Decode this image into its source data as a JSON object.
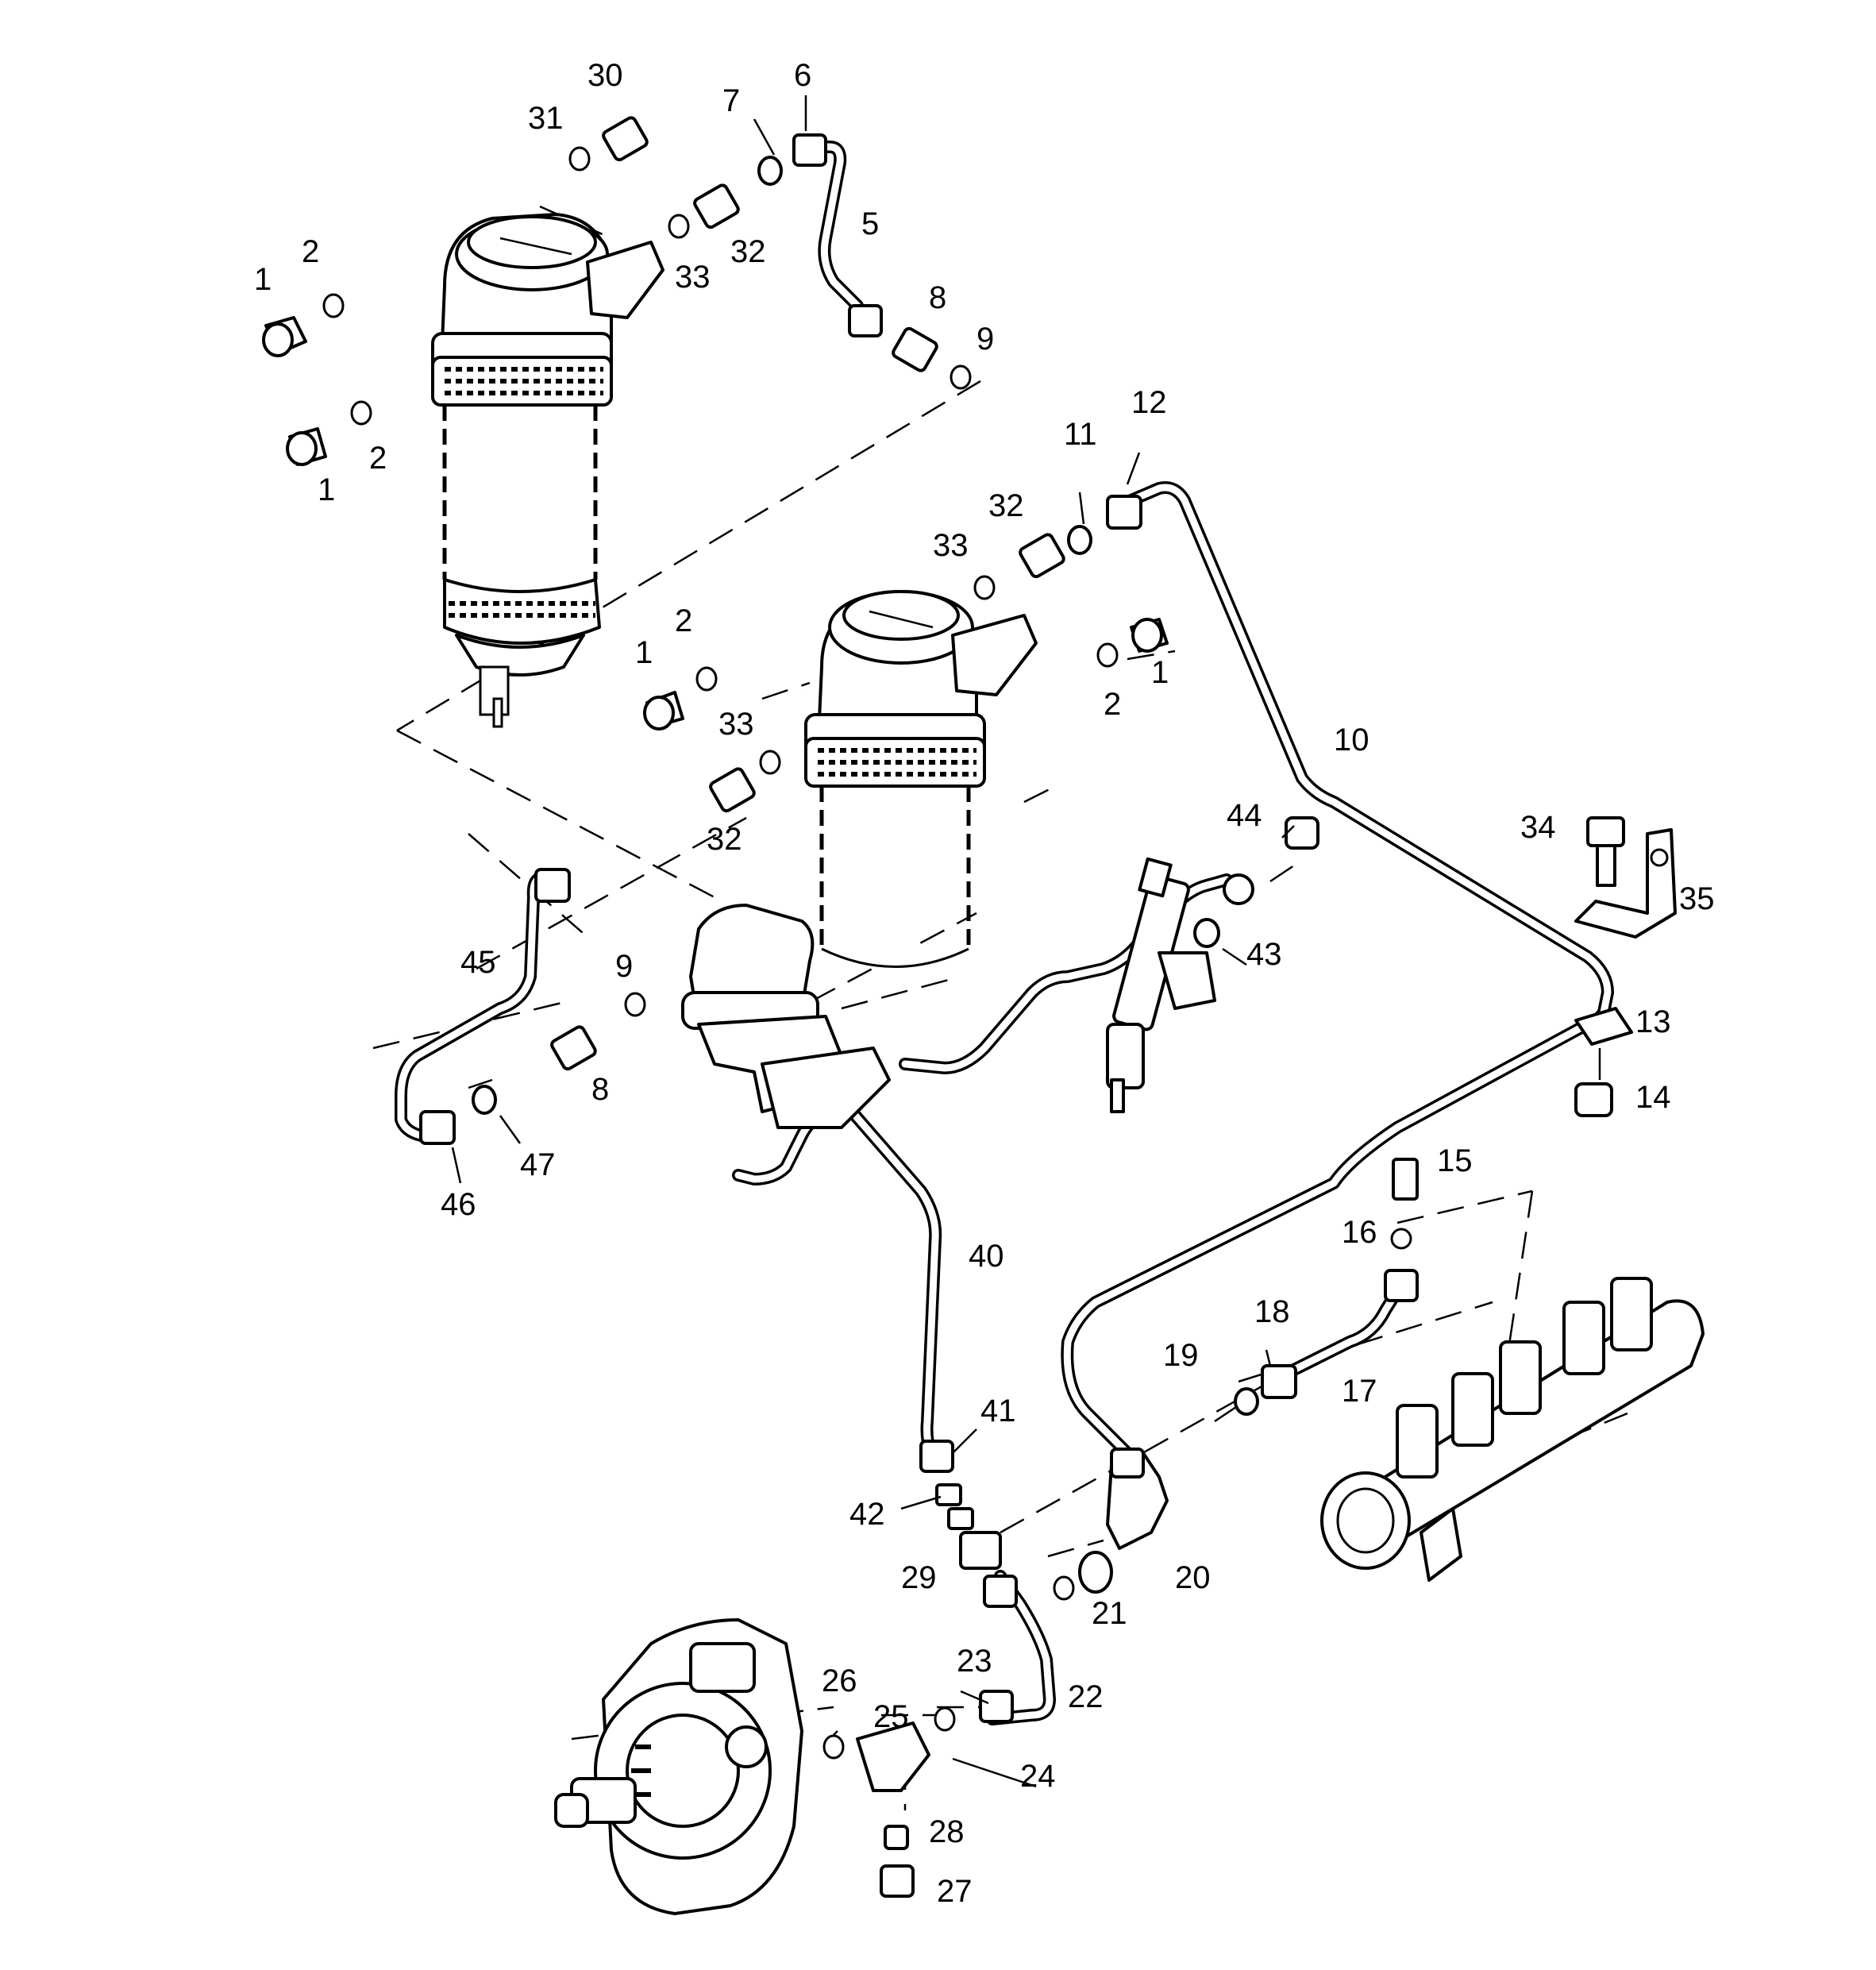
{
  "diagram": {
    "callouts": [
      {
        "id": "c30",
        "text": "30"
      },
      {
        "id": "c31",
        "text": "31"
      },
      {
        "id": "c7",
        "text": "7"
      },
      {
        "id": "c6",
        "text": "6"
      },
      {
        "id": "c5",
        "text": "5"
      },
      {
        "id": "c2a",
        "text": "2"
      },
      {
        "id": "c1a",
        "text": "1"
      },
      {
        "id": "c33a",
        "text": "33"
      },
      {
        "id": "c32a",
        "text": "32"
      },
      {
        "id": "c8a",
        "text": "8"
      },
      {
        "id": "c9a",
        "text": "9"
      },
      {
        "id": "c2b",
        "text": "2"
      },
      {
        "id": "c1b",
        "text": "1"
      },
      {
        "id": "c12",
        "text": "12"
      },
      {
        "id": "c11",
        "text": "11"
      },
      {
        "id": "c32b",
        "text": "32"
      },
      {
        "id": "c33b",
        "text": "33"
      },
      {
        "id": "c2c",
        "text": "2"
      },
      {
        "id": "c1c",
        "text": "1"
      },
      {
        "id": "c1d",
        "text": "1"
      },
      {
        "id": "c2d",
        "text": "2"
      },
      {
        "id": "c33c",
        "text": "33"
      },
      {
        "id": "c10",
        "text": "10"
      },
      {
        "id": "c32c",
        "text": "32"
      },
      {
        "id": "c44",
        "text": "44"
      },
      {
        "id": "c34",
        "text": "34"
      },
      {
        "id": "c35",
        "text": "35"
      },
      {
        "id": "c45",
        "text": "45"
      },
      {
        "id": "c9b",
        "text": "9"
      },
      {
        "id": "c43",
        "text": "43"
      },
      {
        "id": "c13",
        "text": "13"
      },
      {
        "id": "c8b",
        "text": "8"
      },
      {
        "id": "c14",
        "text": "14"
      },
      {
        "id": "c47",
        "text": "47"
      },
      {
        "id": "c46",
        "text": "46"
      },
      {
        "id": "c15",
        "text": "15"
      },
      {
        "id": "c16",
        "text": "16"
      },
      {
        "id": "c40",
        "text": "40"
      },
      {
        "id": "c18",
        "text": "18"
      },
      {
        "id": "c19",
        "text": "19"
      },
      {
        "id": "c17",
        "text": "17"
      },
      {
        "id": "c41",
        "text": "41"
      },
      {
        "id": "c42",
        "text": "42"
      },
      {
        "id": "c29",
        "text": "29"
      },
      {
        "id": "c20",
        "text": "20"
      },
      {
        "id": "c21",
        "text": "21"
      },
      {
        "id": "c23",
        "text": "23"
      },
      {
        "id": "c22",
        "text": "22"
      },
      {
        "id": "c26",
        "text": "26"
      },
      {
        "id": "c25",
        "text": "25"
      },
      {
        "id": "c24",
        "text": "24"
      },
      {
        "id": "c28",
        "text": "28"
      },
      {
        "id": "c27",
        "text": "27"
      }
    ]
  }
}
